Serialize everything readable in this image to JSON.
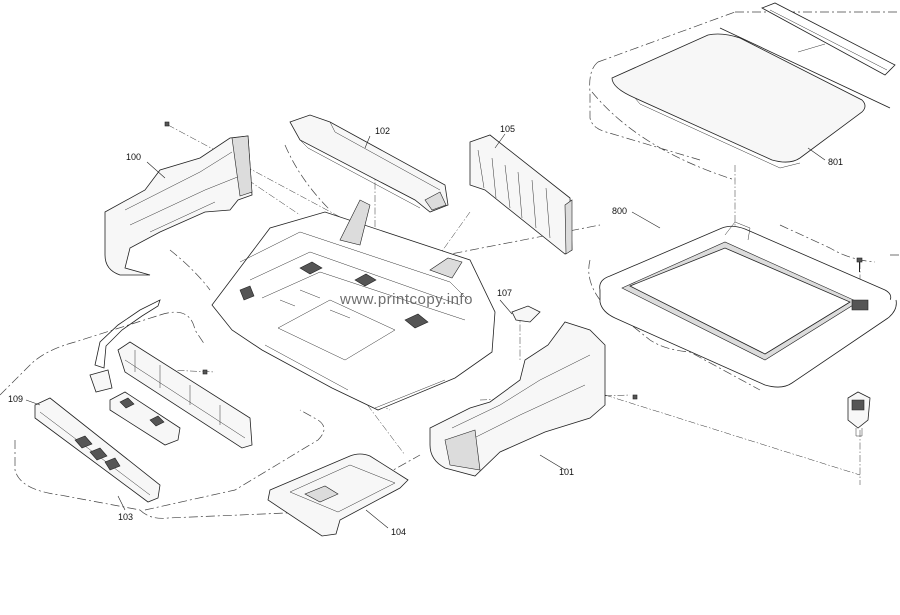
{
  "diagram": {
    "callouts": {
      "c100": "100",
      "c101": "101",
      "c102": "102",
      "c103": "103",
      "c104": "104",
      "c105": "105",
      "c107": "107",
      "c109": "109",
      "c800": "800",
      "c801": "801"
    },
    "watermark": "www.printcopy.info"
  }
}
